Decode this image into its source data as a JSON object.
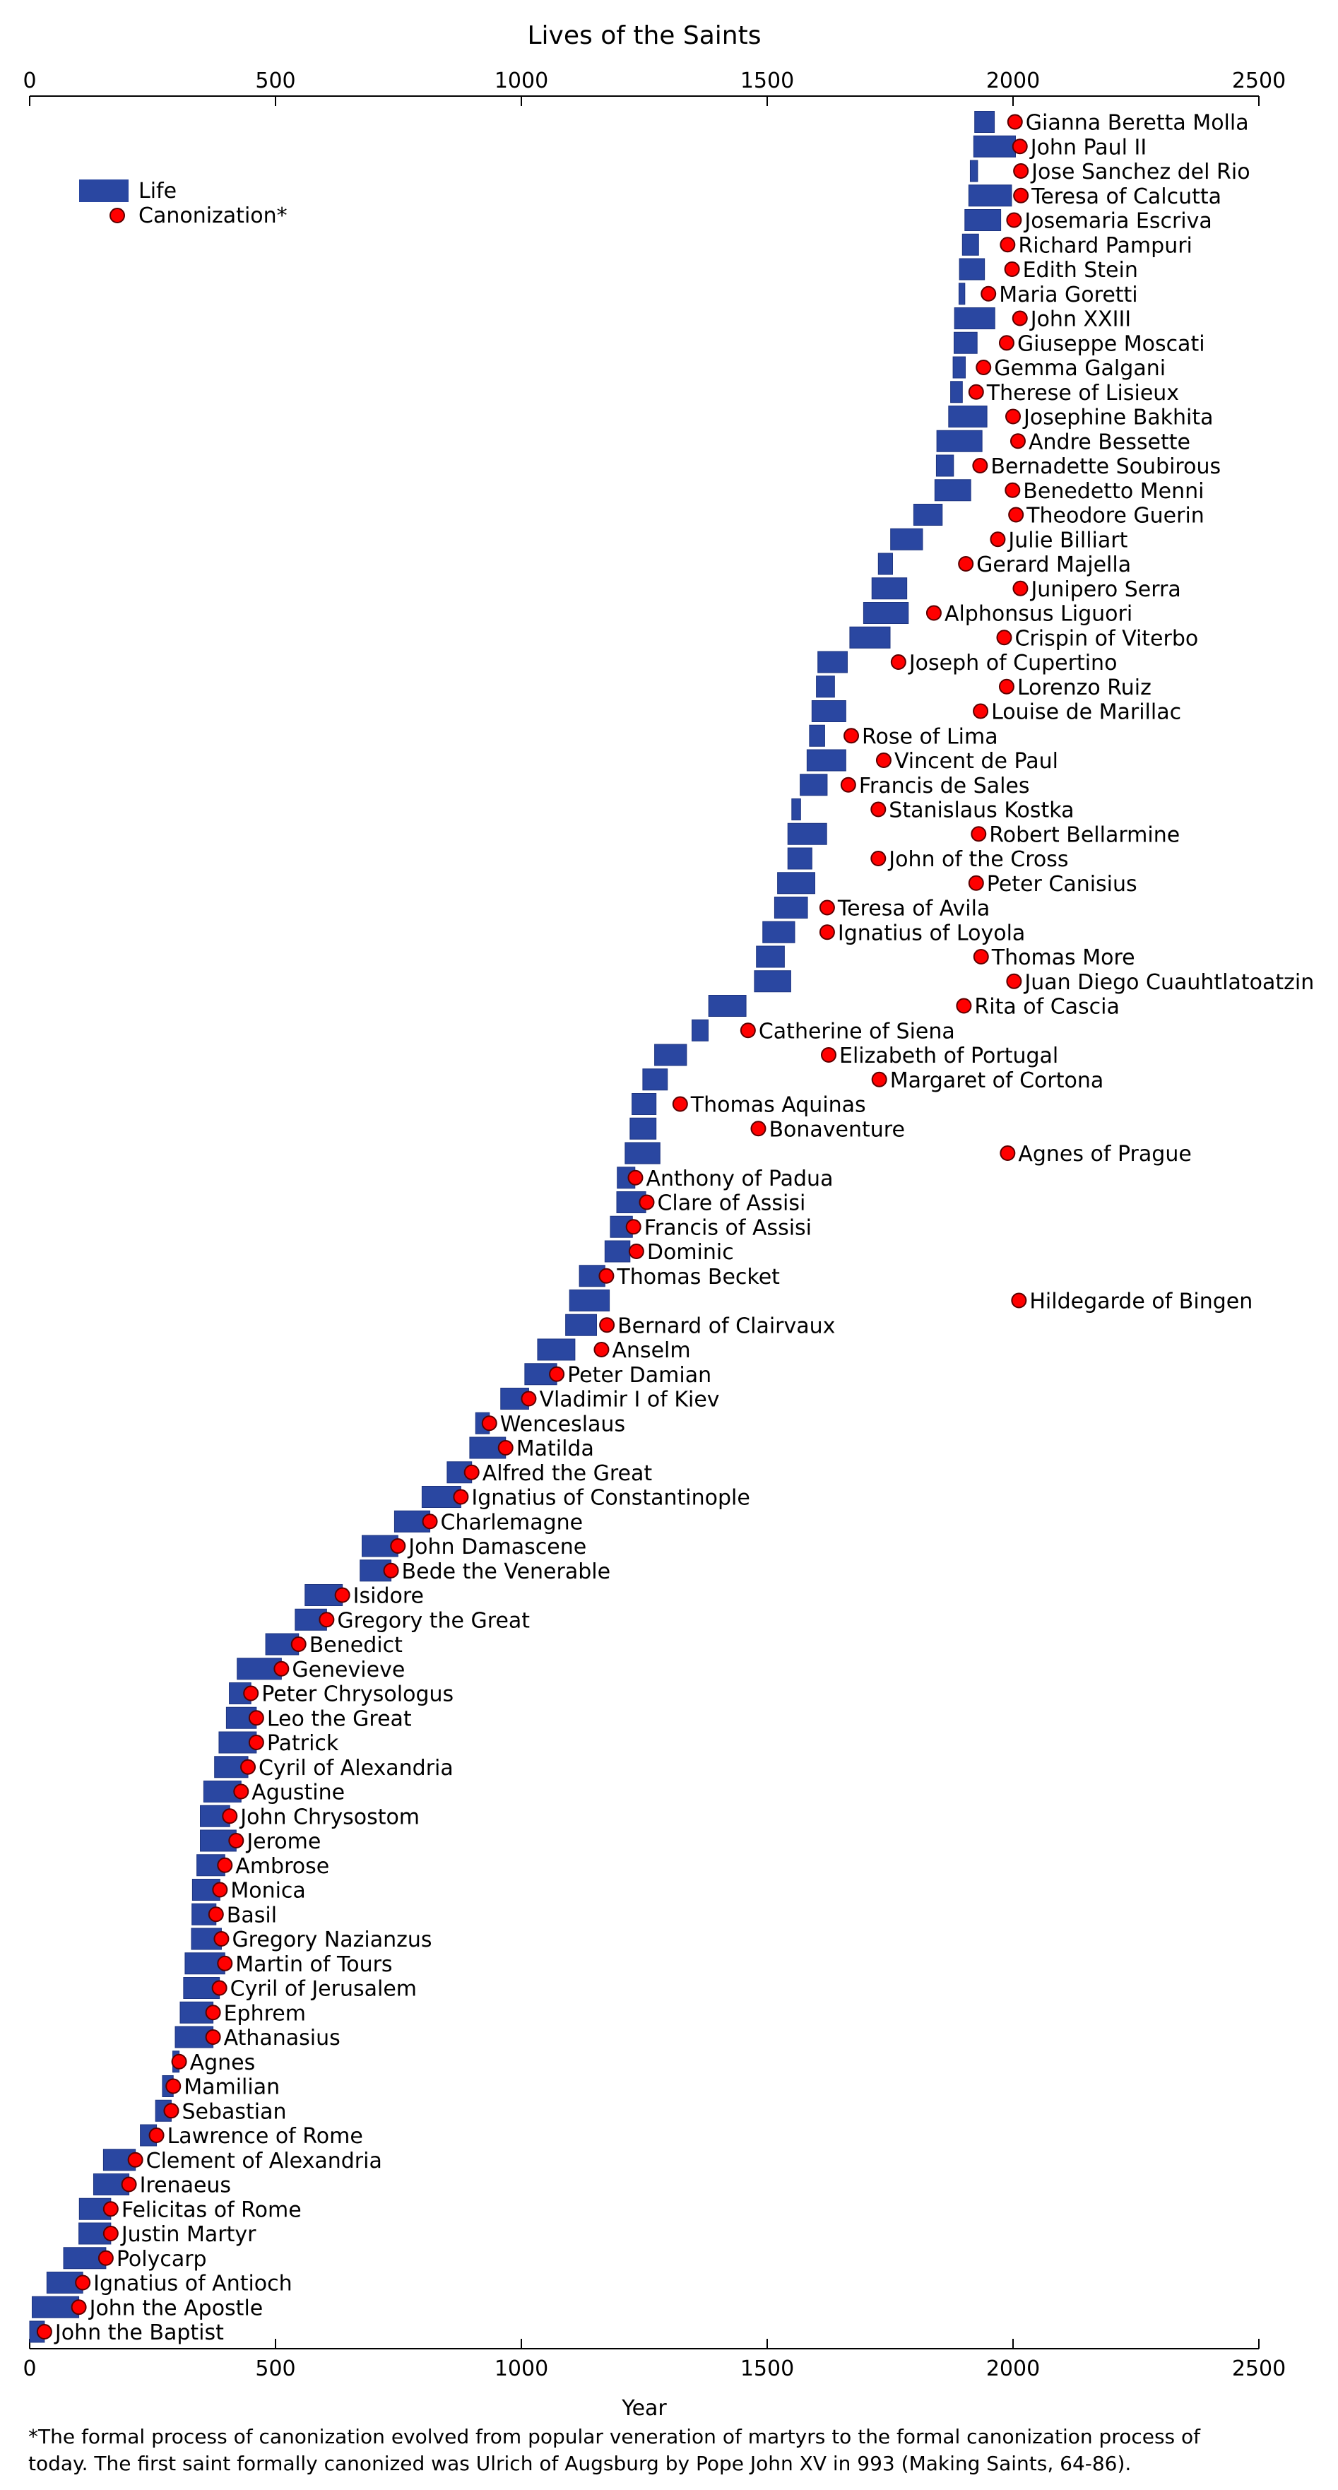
{
  "chart_data": {
    "type": "bar",
    "title": "Lives of the Saints",
    "xlabel": "Year",
    "ylabel": "",
    "xlim": [
      0,
      2500
    ],
    "xticks": [
      0,
      500,
      1000,
      1500,
      2000,
      2500
    ],
    "grid": false,
    "legend_position": "top-left",
    "series": [
      {
        "name": "Life",
        "kind": "bar",
        "color": "#2a47a1"
      },
      {
        "name": "Canonization*",
        "kind": "marker",
        "color": "#ff0000"
      }
    ],
    "saints": [
      {
        "name": "John the Baptist",
        "born": 0,
        "died": 30,
        "canonized": 30
      },
      {
        "name": "John the Apostle",
        "born": 5,
        "died": 100,
        "canonized": 100
      },
      {
        "name": "Ignatius of Antioch",
        "born": 35,
        "died": 108,
        "canonized": 108
      },
      {
        "name": "Polycarp",
        "born": 69,
        "died": 155,
        "canonized": 155
      },
      {
        "name": "Justin Martyr",
        "born": 100,
        "died": 165,
        "canonized": 165
      },
      {
        "name": "Felicitas of Rome",
        "born": 101,
        "died": 165,
        "canonized": 165
      },
      {
        "name": "Irenaeus",
        "born": 130,
        "died": 202,
        "canonized": 202
      },
      {
        "name": "Clement of Alexandria",
        "born": 150,
        "died": 215,
        "canonized": 215
      },
      {
        "name": "Lawrence of Rome",
        "born": 225,
        "died": 258,
        "canonized": 258
      },
      {
        "name": "Sebastian",
        "born": 256,
        "died": 288,
        "canonized": 288
      },
      {
        "name": "Mamilian",
        "born": 270,
        "died": 292,
        "canonized": 292
      },
      {
        "name": "Agnes",
        "born": 291,
        "died": 304,
        "canonized": 304
      },
      {
        "name": "Athanasius",
        "born": 296,
        "died": 373,
        "canonized": 373
      },
      {
        "name": "Ephrem",
        "born": 306,
        "died": 373,
        "canonized": 373
      },
      {
        "name": "Cyril of Jerusalem",
        "born": 313,
        "died": 386,
        "canonized": 386
      },
      {
        "name": "Martin of Tours",
        "born": 316,
        "died": 397,
        "canonized": 397
      },
      {
        "name": "Gregory Nazianzus",
        "born": 329,
        "died": 390,
        "canonized": 390
      },
      {
        "name": "Basil",
        "born": 330,
        "died": 379,
        "canonized": 379
      },
      {
        "name": "Monica",
        "born": 331,
        "died": 387,
        "canonized": 387
      },
      {
        "name": "Ambrose",
        "born": 340,
        "died": 397,
        "canonized": 397
      },
      {
        "name": "Jerome",
        "born": 347,
        "died": 420,
        "canonized": 420
      },
      {
        "name": "John Chrysostom",
        "born": 347,
        "died": 407,
        "canonized": 407
      },
      {
        "name": "Agustine",
        "born": 354,
        "died": 430,
        "canonized": 430
      },
      {
        "name": "Cyril of Alexandria",
        "born": 376,
        "died": 444,
        "canonized": 444
      },
      {
        "name": "Patrick",
        "born": 385,
        "died": 461,
        "canonized": 461
      },
      {
        "name": "Leo the Great",
        "born": 400,
        "died": 461,
        "canonized": 461
      },
      {
        "name": "Peter Chrysologus",
        "born": 406,
        "died": 450,
        "canonized": 450
      },
      {
        "name": "Genevieve",
        "born": 422,
        "died": 512,
        "canonized": 512
      },
      {
        "name": "Benedict",
        "born": 480,
        "died": 547,
        "canonized": 547
      },
      {
        "name": "Gregory the Great",
        "born": 540,
        "died": 604,
        "canonized": 604
      },
      {
        "name": "Isidore",
        "born": 560,
        "died": 636,
        "canonized": 636
      },
      {
        "name": "Bede the Venerable",
        "born": 672,
        "died": 735,
        "canonized": 735
      },
      {
        "name": "John Damascene",
        "born": 676,
        "died": 749,
        "canonized": 749
      },
      {
        "name": "Charlemagne",
        "born": 742,
        "died": 814,
        "canonized": 814
      },
      {
        "name": "Ignatius of Constantinople",
        "born": 798,
        "died": 877,
        "canonized": 877
      },
      {
        "name": "Alfred the Great",
        "born": 849,
        "died": 899,
        "canonized": 899
      },
      {
        "name": "Matilda",
        "born": 895,
        "died": 968,
        "canonized": 968
      },
      {
        "name": "Wenceslaus",
        "born": 907,
        "died": 935,
        "canonized": 935
      },
      {
        "name": "Vladimir I of Kiev",
        "born": 958,
        "died": 1015,
        "canonized": 1015
      },
      {
        "name": "Peter Damian",
        "born": 1007,
        "died": 1072,
        "canonized": 1072
      },
      {
        "name": "Anselm",
        "born": 1033,
        "died": 1109,
        "canonized": 1163
      },
      {
        "name": "Bernard of Clairvaux",
        "born": 1090,
        "died": 1153,
        "canonized": 1174
      },
      {
        "name": "Hildegarde of Bingen",
        "born": 1098,
        "died": 1179,
        "canonized": 2012
      },
      {
        "name": "Thomas Becket",
        "born": 1118,
        "died": 1170,
        "canonized": 1173
      },
      {
        "name": "Dominic",
        "born": 1170,
        "died": 1221,
        "canonized": 1234
      },
      {
        "name": "Francis of Assisi",
        "born": 1181,
        "died": 1226,
        "canonized": 1228
      },
      {
        "name": "Clare of Assisi",
        "born": 1194,
        "died": 1253,
        "canonized": 1255
      },
      {
        "name": "Anthony of Padua",
        "born": 1195,
        "died": 1231,
        "canonized": 1232
      },
      {
        "name": "Agnes of Prague",
        "born": 1211,
        "died": 1282,
        "canonized": 1989
      },
      {
        "name": "Bonaventure",
        "born": 1221,
        "died": 1274,
        "canonized": 1482
      },
      {
        "name": "Thomas Aquinas",
        "born": 1225,
        "died": 1274,
        "canonized": 1323
      },
      {
        "name": "Margaret of Cortona",
        "born": 1247,
        "died": 1297,
        "canonized": 1728
      },
      {
        "name": "Elizabeth of Portugal",
        "born": 1271,
        "died": 1336,
        "canonized": 1625
      },
      {
        "name": "Catherine of Siena",
        "born": 1347,
        "died": 1380,
        "canonized": 1461
      },
      {
        "name": "Rita of Cascia",
        "born": 1381,
        "died": 1457,
        "canonized": 1900
      },
      {
        "name": "Juan Diego Cuauhtlatoatzin",
        "born": 1474,
        "died": 1548,
        "canonized": 2002
      },
      {
        "name": "Thomas More",
        "born": 1478,
        "died": 1535,
        "canonized": 1935
      },
      {
        "name": "Ignatius of Loyola",
        "born": 1491,
        "died": 1556,
        "canonized": 1622
      },
      {
        "name": "Teresa of Avila",
        "born": 1515,
        "died": 1582,
        "canonized": 1622
      },
      {
        "name": "Peter Canisius",
        "born": 1521,
        "died": 1597,
        "canonized": 1925
      },
      {
        "name": "John of the Cross",
        "born": 1542,
        "died": 1591,
        "canonized": 1726
      },
      {
        "name": "Robert Bellarmine",
        "born": 1542,
        "died": 1621,
        "canonized": 1930
      },
      {
        "name": "Stanislaus Kostka",
        "born": 1550,
        "died": 1568,
        "canonized": 1726
      },
      {
        "name": "Francis de Sales",
        "born": 1567,
        "died": 1622,
        "canonized": 1665
      },
      {
        "name": "Vincent de Paul",
        "born": 1581,
        "died": 1660,
        "canonized": 1737
      },
      {
        "name": "Rose of Lima",
        "born": 1586,
        "died": 1617,
        "canonized": 1671
      },
      {
        "name": "Louise de Marillac",
        "born": 1591,
        "died": 1660,
        "canonized": 1934
      },
      {
        "name": "Lorenzo Ruiz",
        "born": 1600,
        "died": 1637,
        "canonized": 1987
      },
      {
        "name": "Joseph of Cupertino",
        "born": 1603,
        "died": 1663,
        "canonized": 1767
      },
      {
        "name": "Crispin of Viterbo",
        "born": 1668,
        "died": 1750,
        "canonized": 1982
      },
      {
        "name": "Alphonsus Liguori",
        "born": 1696,
        "died": 1787,
        "canonized": 1839
      },
      {
        "name": "Junipero Serra",
        "born": 1713,
        "died": 1784,
        "canonized": 2015
      },
      {
        "name": "Gerard Majella",
        "born": 1726,
        "died": 1755,
        "canonized": 1904
      },
      {
        "name": "Julie Billiart",
        "born": 1751,
        "died": 1816,
        "canonized": 1969
      },
      {
        "name": "Theodore Guerin",
        "born": 1798,
        "died": 1856,
        "canonized": 2006
      },
      {
        "name": "Benedetto Menni",
        "born": 1841,
        "died": 1914,
        "canonized": 1999
      },
      {
        "name": "Bernadette Soubirous",
        "born": 1844,
        "died": 1879,
        "canonized": 1933
      },
      {
        "name": "Andre Bessette",
        "born": 1845,
        "died": 1937,
        "canonized": 2010
      },
      {
        "name": "Josephine Bakhita",
        "born": 1869,
        "died": 1947,
        "canonized": 2000
      },
      {
        "name": "Therese of Lisieux",
        "born": 1873,
        "died": 1897,
        "canonized": 1925
      },
      {
        "name": "Gemma Galgani",
        "born": 1878,
        "died": 1903,
        "canonized": 1940
      },
      {
        "name": "Giuseppe Moscati",
        "born": 1880,
        "died": 1927,
        "canonized": 1987
      },
      {
        "name": "John XXIII",
        "born": 1881,
        "died": 1963,
        "canonized": 2014
      },
      {
        "name": "Maria Goretti",
        "born": 1890,
        "died": 1902,
        "canonized": 1950
      },
      {
        "name": "Edith Stein",
        "born": 1891,
        "died": 1942,
        "canonized": 1998
      },
      {
        "name": "Richard Pampuri",
        "born": 1897,
        "died": 1930,
        "canonized": 1989
      },
      {
        "name": "Josemaria Escriva",
        "born": 1902,
        "died": 1975,
        "canonized": 2002
      },
      {
        "name": "Teresa of Calcutta",
        "born": 1910,
        "died": 1997,
        "canonized": 2016
      },
      {
        "name": "Jose Sanchez del Rio",
        "born": 1913,
        "died": 1928,
        "canonized": 2016
      },
      {
        "name": "John Paul II",
        "born": 1920,
        "died": 2005,
        "canonized": 2014
      },
      {
        "name": "Gianna Beretta Molla",
        "born": 1922,
        "died": 1962,
        "canonized": 2004
      }
    ],
    "footnote": "*The formal process of canonization evolved from popular veneration of martyrs to the formal canonization process of today. The first saint formally canonized was Ulrich of Augsburg by Pope John XV in 993 (Making Saints, 64-86)."
  }
}
